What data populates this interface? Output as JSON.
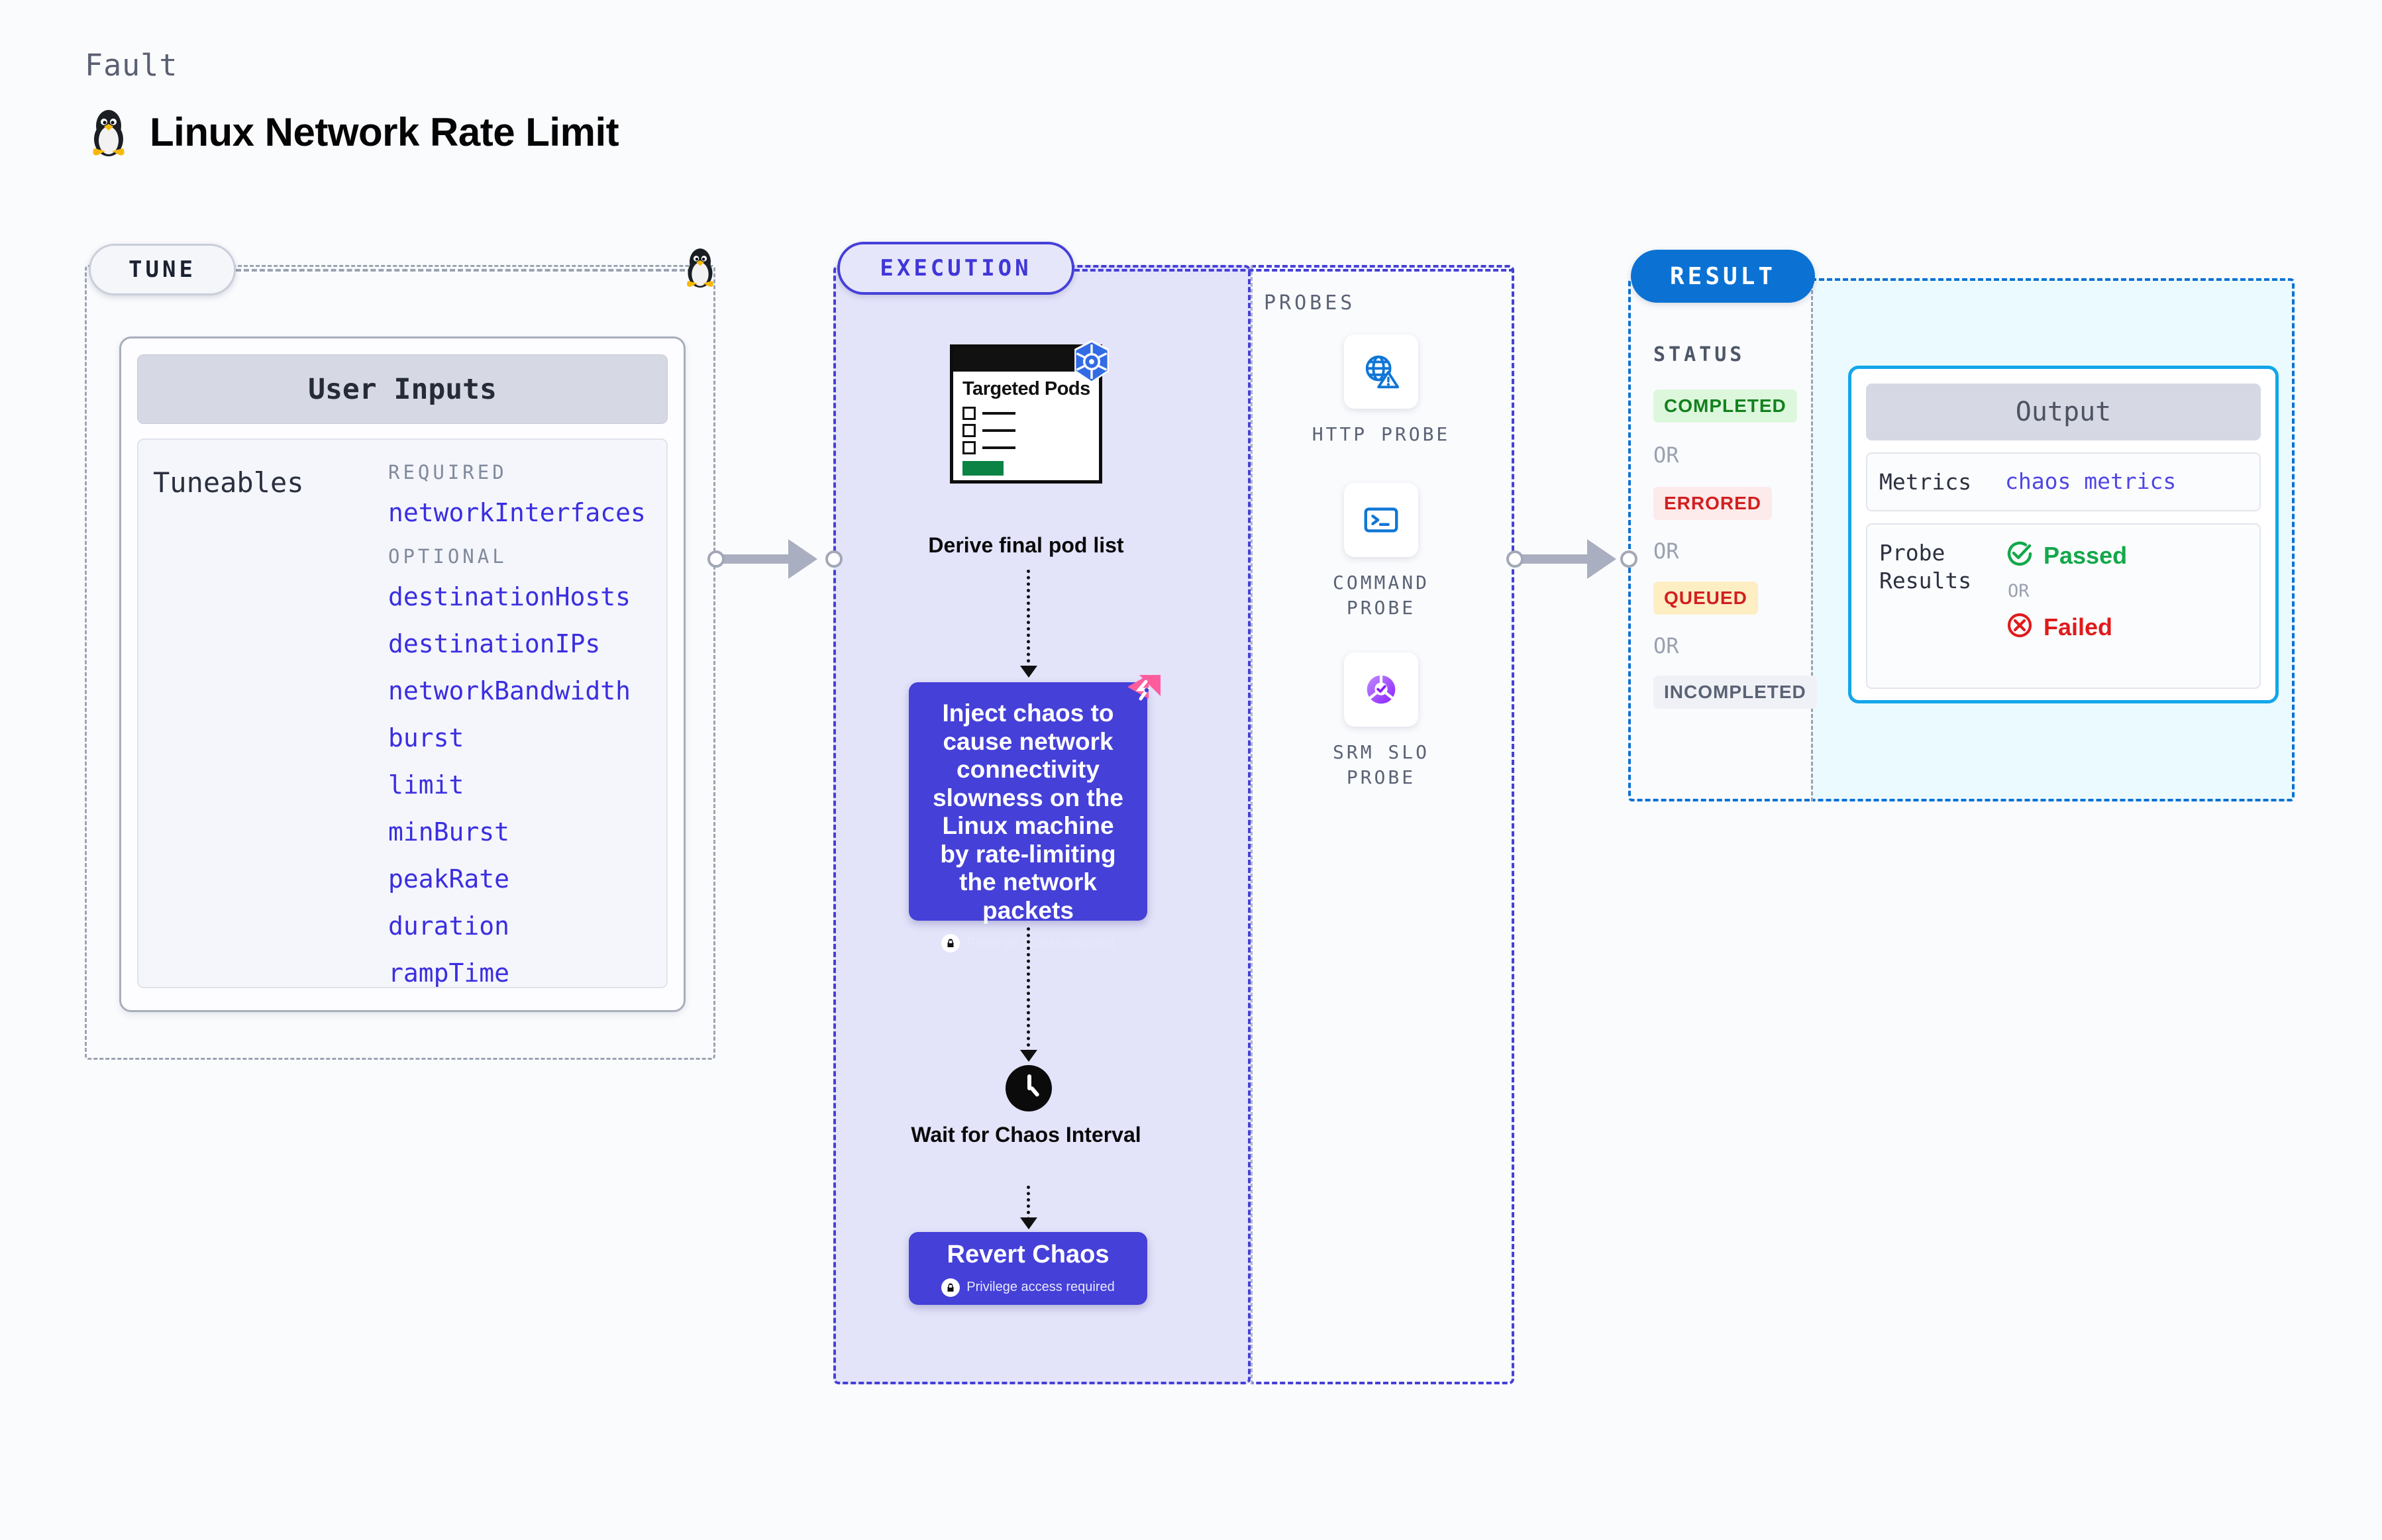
{
  "header": {
    "kicker": "Fault",
    "title": "Linux Network Rate Limit",
    "icon": "linux-penguin-icon"
  },
  "tune": {
    "pill_label": "TUNE",
    "card_title": "User Inputs",
    "tuneables_label": "Tuneables",
    "groups": [
      {
        "title": "REQUIRED",
        "items": [
          "networkInterfaces"
        ]
      },
      {
        "title": "OPTIONAL",
        "items": [
          "destinationHosts",
          "destinationIPs",
          "networkBandwidth",
          "burst",
          "limit",
          "minBurst",
          "peakRate",
          "duration",
          "rampTime"
        ]
      }
    ]
  },
  "execution": {
    "pill_label": "EXECUTION",
    "pods_doc_title": "Targeted Pods",
    "steps": [
      {
        "caption": "Derive final pod list"
      },
      {
        "caption": "Inject chaos to cause network connectivity slowness on the Linux machine by rate-limiting the network packets",
        "privilege": "Privilege access required"
      },
      {
        "caption": "Wait for Chaos Interval"
      },
      {
        "caption": "Revert Chaos",
        "privilege": "Privilege access required"
      }
    ]
  },
  "probes": {
    "title": "PROBES",
    "items": [
      {
        "label": "HTTP PROBE",
        "icon": "globe-warning-icon"
      },
      {
        "label": "COMMAND PROBE",
        "icon": "terminal-icon"
      },
      {
        "label": "SRM SLO PROBE",
        "icon": "slo-gauge-check-icon"
      }
    ]
  },
  "result": {
    "pill_label": "RESULT",
    "status_title": "STATUS",
    "or_label": "OR",
    "statuses": [
      {
        "label": "COMPLETED",
        "color": "#13811e",
        "bg": "#ddf7dd"
      },
      {
        "label": "ERRORED",
        "color": "#d21f1f",
        "bg": "#fdeaea"
      },
      {
        "label": "QUEUED",
        "color": "#d21f1f",
        "bg": "#fdeec4"
      },
      {
        "label": "INCOMPLETED",
        "color": "#5a6275",
        "bg": "#eff1f6"
      }
    ],
    "output": {
      "title": "Output",
      "metrics_key": "Metrics",
      "metrics_value": "chaos metrics",
      "probe_results_key": "Probe Results",
      "passed_label": "Passed",
      "failed_label": "Failed",
      "or_label": "OR"
    }
  },
  "colors": {
    "accent_purple": "#4540d8",
    "accent_blue": "#0b72d4",
    "cyan_border": "#13a6e8",
    "tuneable_text": "#3b2ee0",
    "pass_green": "#13a84a",
    "fail_red": "#e01b1b"
  }
}
